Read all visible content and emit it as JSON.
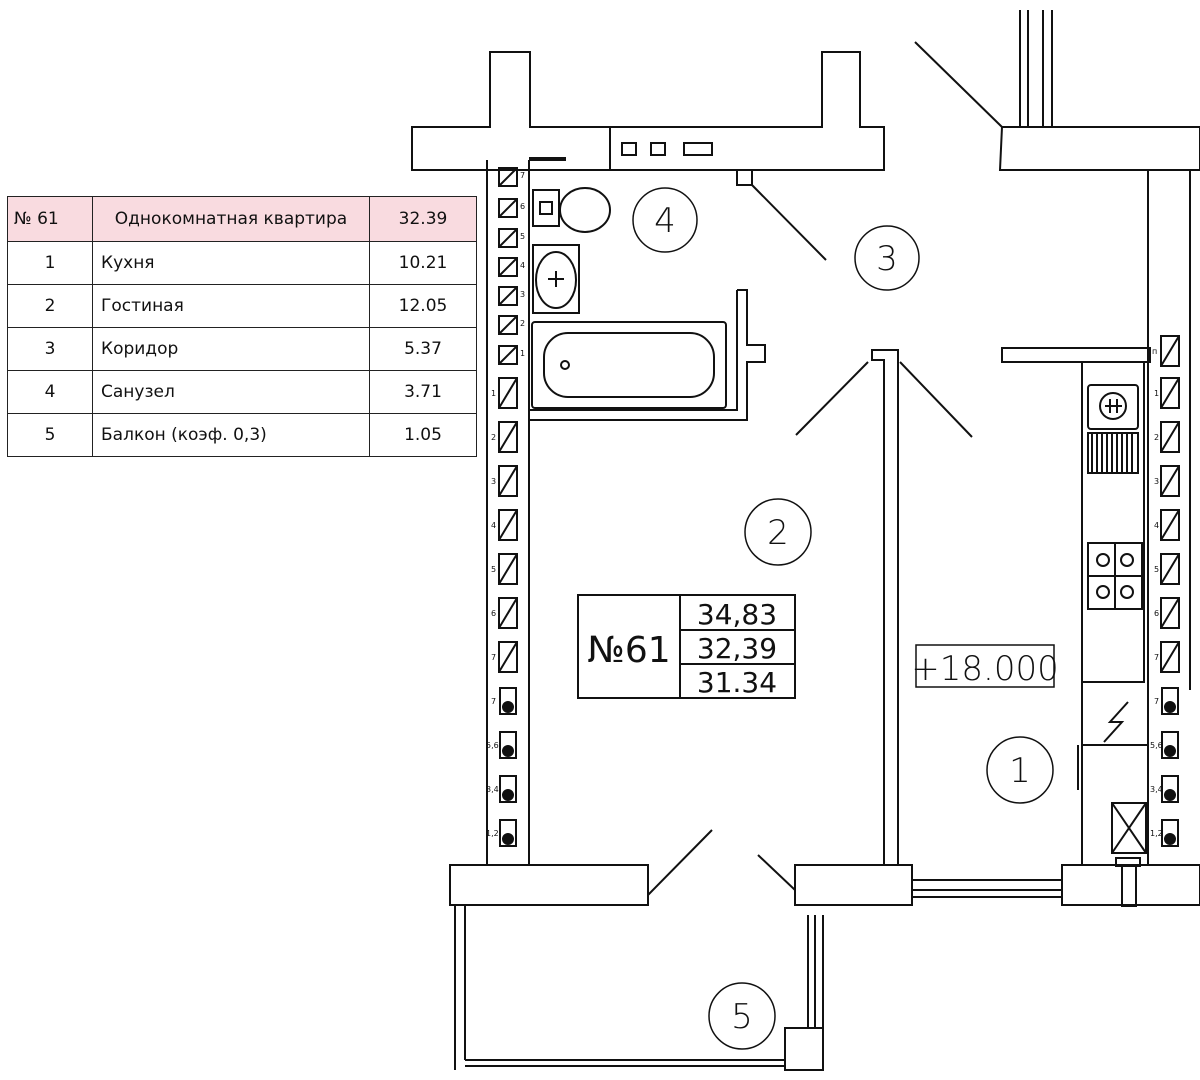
{
  "table": {
    "header": {
      "number": "№ 61",
      "type": "Однокомнатная квартира",
      "area": "32.39"
    },
    "rows": [
      {
        "num": "1",
        "name": "Кухня",
        "area": "10.21"
      },
      {
        "num": "2",
        "name": "Гостиная",
        "area": "12.05"
      },
      {
        "num": "3",
        "name": "Коридор",
        "area": "5.37"
      },
      {
        "num": "4",
        "name": "Санузел",
        "area": "3.71"
      },
      {
        "num": "5",
        "name": "Балкон (коэф. 0,3)",
        "area": "1.05"
      }
    ]
  },
  "plan": {
    "apartment_label": "№61",
    "areas": [
      "34,83",
      "32,39",
      "31.34"
    ],
    "elevation": "+18.000",
    "room_markers": [
      "1",
      "2",
      "3",
      "4",
      "5"
    ],
    "rad_left": [
      "7",
      "6",
      "5",
      "4",
      "3",
      "2",
      "1",
      "1",
      "2",
      "3",
      "4",
      "5",
      "6",
      "7",
      "7",
      "5,6",
      "3,4",
      "1,2"
    ],
    "rad_right": [
      "п",
      "1",
      "2",
      "3",
      "4",
      "5",
      "6",
      "7",
      "7",
      "5,6",
      "3,4",
      "1,2"
    ]
  },
  "colors": {
    "header_fill": "#f9dbe0",
    "line": "#111111"
  }
}
